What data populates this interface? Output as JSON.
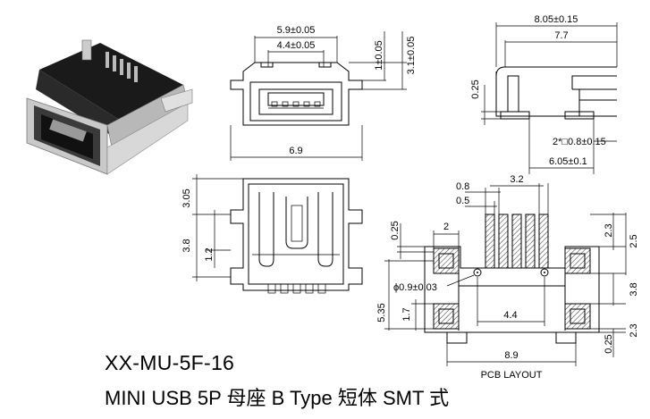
{
  "part_number": "XX-MU-5F-16",
  "description": "MINI USB  5P 母座 B Type 短体 SMT 式",
  "front_view": {
    "dim_width_outer": "5.9±0.05",
    "dim_width_inner": "4.4±0.05",
    "dim_height_small": "1±0.05",
    "dim_height_large": "3.1±0.05",
    "dim_bottom_width": "6.9"
  },
  "side_view": {
    "dim_total_length": "8.05±0.15",
    "dim_body_length": "7.7",
    "dim_leg_height": "0.25",
    "dim_post": "2*□0.8±0.15",
    "dim_post_spacing": "6.05±0.1"
  },
  "top_view": {
    "dim_upper": "3.05",
    "dim_mid": "3.8",
    "dim_small": "1.2"
  },
  "pcb_layout": {
    "label": "PCB LAYOUT",
    "dim_pitch": "0.8",
    "dim_pad_width": "0.5",
    "dim_span": "3.2",
    "dim_left_pad": "2",
    "dim_top_gap": "0.25",
    "dim_hole": "ϕ0.9±0.03",
    "dim_left_height": "5.35",
    "dim_left_small": "1.7",
    "dim_hole_spacing": "4.4",
    "dim_bottom_width": "8.9",
    "dim_right_top_small": "2.3",
    "dim_right_top_large": "2.5",
    "dim_right_mid": "3.8",
    "dim_right_bottom_small": "0.25",
    "dim_right_bottom": "2.3"
  }
}
